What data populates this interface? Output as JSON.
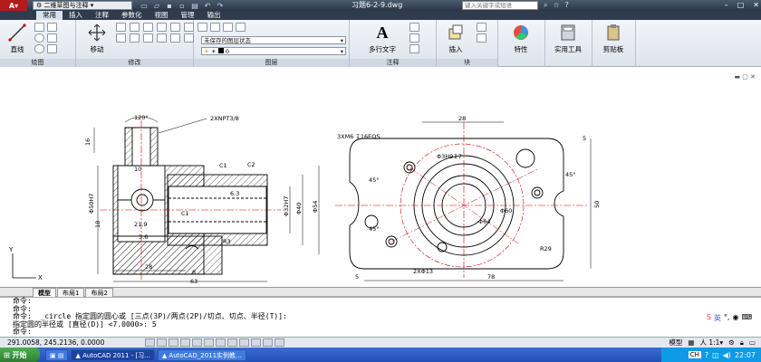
{
  "titlebar": {
    "workspace": "二维草图与注释",
    "document": "习题6-2-9.dwg",
    "search_placeholder": "键入关键字或短语"
  },
  "menu_tabs": [
    "常用",
    "插入",
    "注释",
    "参数化",
    "视图",
    "管理",
    "输出"
  ],
  "ribbon": {
    "draw_panel": "绘图",
    "modify_panel": "修改",
    "layers_panel": "图层",
    "annotation_panel": "注释",
    "block_panel": "块",
    "line_label": "直线",
    "move_label": "移动",
    "layer_state": "未保存的图层状态",
    "layer_name": "0",
    "mtext_label": "多行文字",
    "insert_label": "插入",
    "properties_label": "特性",
    "utilities_label": "实用工具",
    "clipboard_label": "剪贴板"
  },
  "drawing": {
    "left_view": {
      "thread_note": "2XNPT3/8",
      "angle": "120°",
      "dims": [
        "16",
        "10",
        "C1",
        "C2",
        "Φ50H7",
        "Φ32H7",
        "Φ40",
        "Φ54",
        "21.9",
        "R3",
        "3.6",
        "28",
        "8",
        "63",
        "C1",
        "18",
        "6.3"
      ]
    },
    "right_view": {
      "thread_note": "3XM6 ↧16EQS",
      "hole_note": "2XΦ13",
      "dims": [
        "28",
        "Φ3H9↧7",
        "45°",
        "45°",
        "45°",
        "Φ60",
        "Φ64",
        "R29",
        "5",
        "78",
        "5",
        "50"
      ]
    }
  },
  "layout_tabs": [
    "模型",
    "布局1",
    "布局2"
  ],
  "command_lines": [
    "命令:",
    "命令:",
    "命令:  _circle 指定圆的圆心或 [三点(3P)/两点(2P)/切点、切点、半径(T)]:",
    "指定圆的半径或 [直径(D)] <7.0000>: 5",
    "命令:"
  ],
  "ime_label": "英",
  "status": {
    "coords": "291.0058, 245.2136, 0.0000",
    "model_label": "模型",
    "scale": "1:1"
  },
  "taskbar": {
    "start": "开始",
    "tasks": [
      "AutoCAD 2011 - [习...",
      "AutoCAD_2011实例教..."
    ],
    "time": "22:07",
    "lang": "CH"
  }
}
